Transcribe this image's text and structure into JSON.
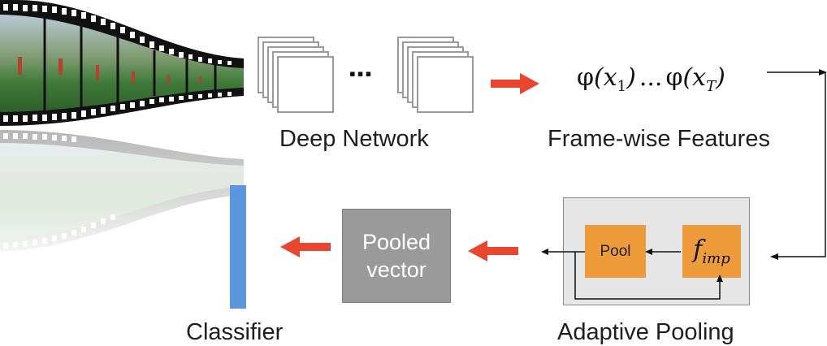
{
  "labels": {
    "deep_network": "Deep Network",
    "frame_features": "Frame-wise Features",
    "classifier": "Classifier",
    "adaptive_pooling": "Adaptive Pooling",
    "pooled_vector_line1": "Pooled",
    "pooled_vector_line2": "vector",
    "pool": "Pool",
    "ellipsis": "▪▪▪"
  },
  "math": {
    "features_phi": "φ",
    "features_x1": "x",
    "features_sub1": "1",
    "features_dots": "...",
    "features_xT": "x",
    "features_subT": "T",
    "f_imp_f": "f",
    "f_imp_sub": "imp"
  },
  "colors": {
    "orange": "#ED9B3B",
    "red_arrow": "#E8462F",
    "gray_box": "#9A9A9A",
    "panel": "#E6E6E6",
    "classifier_bar": "#5B97DF"
  },
  "icons": {
    "film_strip": "film-strip-icon",
    "stacked_frames": "stacked-frames-icon"
  }
}
